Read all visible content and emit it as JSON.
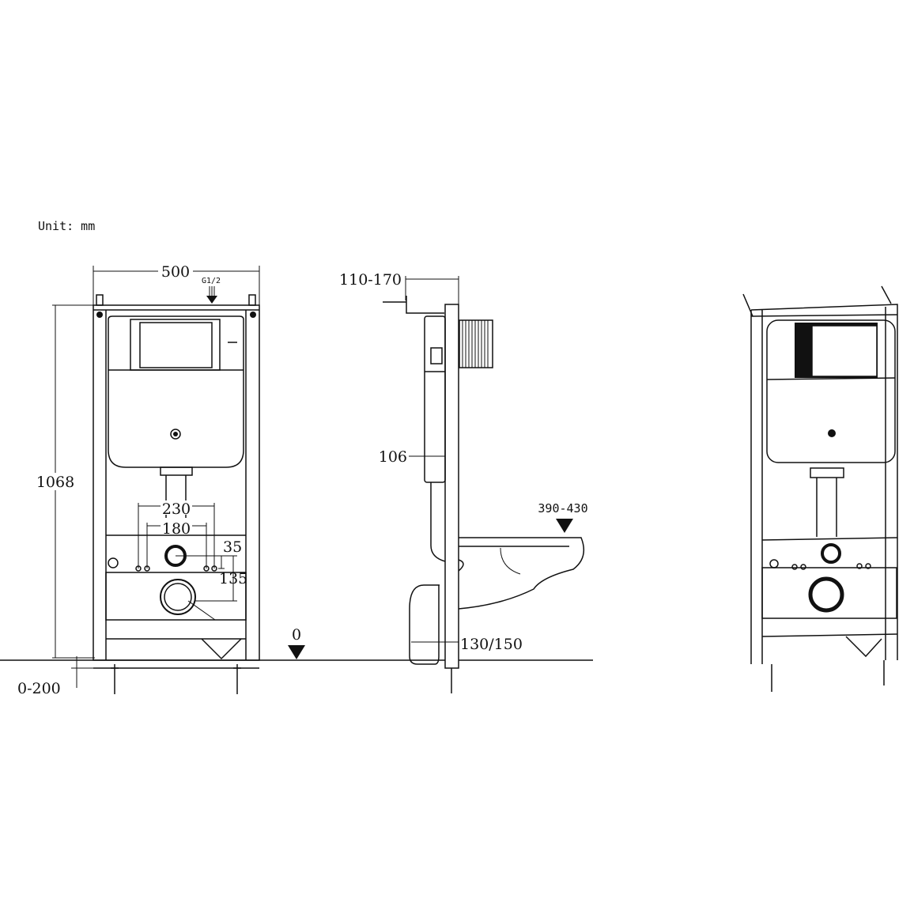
{
  "unit_label": "Unit: mm",
  "front_view": {
    "width": "500",
    "height": "1068",
    "inlet": "G1/2",
    "spacing_outer": "230",
    "spacing_inner": "180",
    "offset_small": "35",
    "offset_outlet": "135",
    "leg_adjust": "0-200",
    "floor_level": "0"
  },
  "side_view": {
    "bracket_depth": "110-170",
    "frame_depth": "106",
    "seat_height": "390-430",
    "outlet": "130/150"
  },
  "colors": {
    "line": "#111111",
    "background": "#ffffff"
  }
}
